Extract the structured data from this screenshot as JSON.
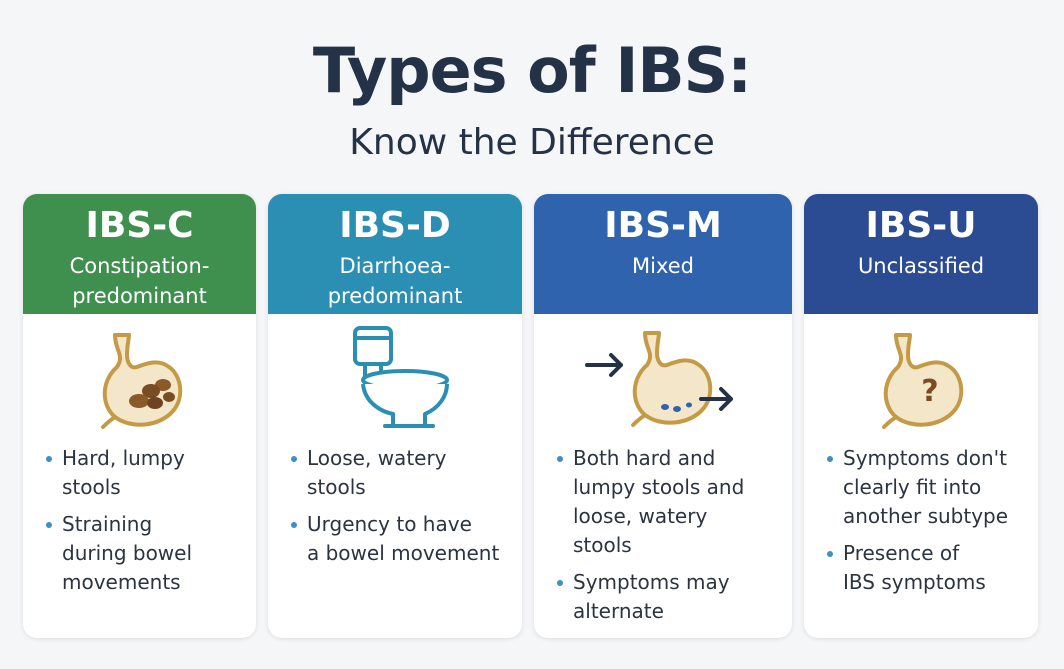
{
  "title": "Types of IBS:",
  "subtitle": "Know the Difference",
  "cards": [
    {
      "code": "IBS-C",
      "name": "Constipation-\npredominant",
      "color": "#3f8f4e",
      "icon": "stomach-stool-icon",
      "bullets": [
        "Hard, lumpy\nstools",
        "Straining\nduring bowel\nmovements"
      ]
    },
    {
      "code": "IBS-D",
      "name": "Diarrhoea-\npredominant",
      "color": "#2b8fb4",
      "icon": "toilet-icon",
      "bullets": [
        "Loose, watery\nstools",
        "Urgency to have\na bowel movement"
      ]
    },
    {
      "code": "IBS-M",
      "name": "Mixed",
      "color": "#2f63ad",
      "icon": "stomach-arrows-icon",
      "bullets": [
        "Both hard and\nlumpy stools and\nloose, watery\nstools",
        "Symptoms may\nalternate"
      ]
    },
    {
      "code": "IBS-U",
      "name": "Unclassified",
      "color": "#2b4c93",
      "icon": "stomach-question-icon",
      "bullets": [
        "Symptoms don't\nclearly fit into\nanother subtype",
        "Presence of\nIBS symptoms"
      ]
    }
  ]
}
